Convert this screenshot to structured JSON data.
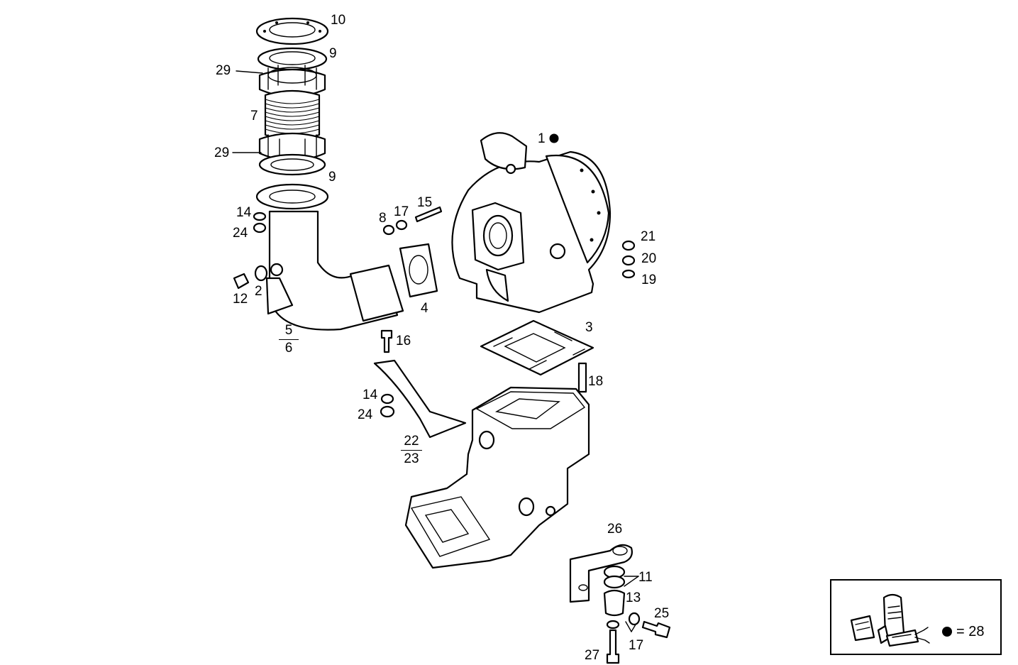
{
  "callouts": {
    "c1": "1",
    "c2": "2",
    "c3": "3",
    "c4": "4",
    "c7": "7",
    "c8": "8",
    "c9a": "9",
    "c9b": "9",
    "c10": "10",
    "c11": "11",
    "c12": "12",
    "c13": "13",
    "c14a": "14",
    "c14b": "14",
    "c15": "15",
    "c16": "16",
    "c17a": "17",
    "c17b": "17",
    "c18": "18",
    "c19": "19",
    "c20": "20",
    "c21": "21",
    "c24a": "24",
    "c24b": "24",
    "c25": "25",
    "c26": "26",
    "c27": "27",
    "c29a": "29",
    "c29b": "29"
  },
  "fractions": {
    "f56": {
      "top": "5",
      "bottom": "6"
    },
    "f2223": {
      "top": "22",
      "bottom": "23"
    }
  },
  "legend": {
    "text": "= 28"
  },
  "icons": [
    "sealant-kit-icon",
    "filled-dot-icon"
  ],
  "colors": {
    "ink": "#000000",
    "paper": "#ffffff"
  }
}
